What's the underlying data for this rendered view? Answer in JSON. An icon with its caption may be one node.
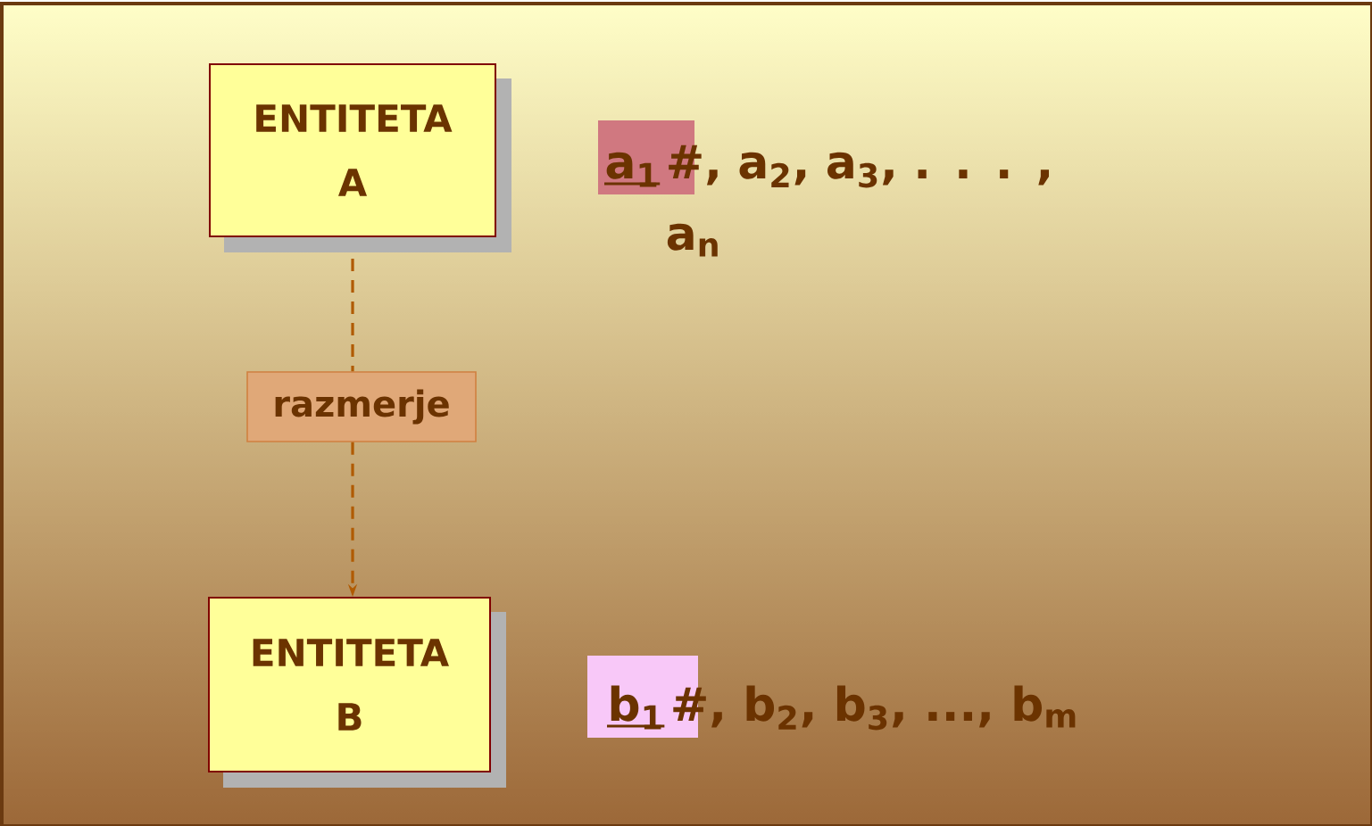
{
  "diagram": {
    "nodes": [
      {
        "text": [
          "ENTITETA A"
        ]
      },
      {
        "text": [
          "razmerje"
        ]
      },
      {
        "text": [
          "ENTITETA B"
        ]
      }
    ],
    "edges": [
      {
        "from": 0,
        "to": 1,
        "arrow": "none",
        "style": "dashed"
      },
      {
        "from": 1,
        "to": 2,
        "arrow": "to",
        "style": "dashed"
      }
    ],
    "labels": [
      "a$_{1}$",
      "#, a$_{2}$, a$_{3}$, . . . , a$_{n}$",
      "b$_{1}$",
      "#, b$_{2}$, b$_{3}$, ..., b$_{m}$"
    ]
  }
}
